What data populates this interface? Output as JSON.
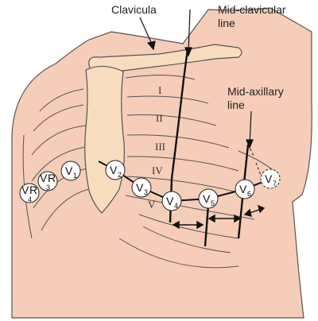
{
  "labels": {
    "clavicula": "Clavicula",
    "mid_clavicular_1": "Mid-clavicular",
    "mid_clavicular_2": "line",
    "mid_axillary_1": "Mid-axillary",
    "mid_axillary_2": "line"
  },
  "ribs": [
    "I",
    "II",
    "III",
    "IV",
    "V"
  ],
  "electrodes": {
    "v1": {
      "main": "V",
      "sub": "1"
    },
    "v2": {
      "main": "V",
      "sub": "2"
    },
    "v3": {
      "main": "V",
      "sub": "3"
    },
    "v4": {
      "main": "V",
      "sub": "4"
    },
    "v5": {
      "main": "V",
      "sub": "5"
    },
    "v6": {
      "main": "V",
      "sub": "6"
    },
    "v7": {
      "main": "V",
      "sub": "7"
    },
    "v3r": {
      "main": "V",
      "sub": "3",
      "suffix": "R"
    },
    "v4r": {
      "main": "V",
      "sub": "4",
      "suffix": "R"
    }
  },
  "colors": {
    "skin": "#f6cdb8",
    "bone": "#f8dcbe",
    "outline": "#4a4a4a"
  }
}
